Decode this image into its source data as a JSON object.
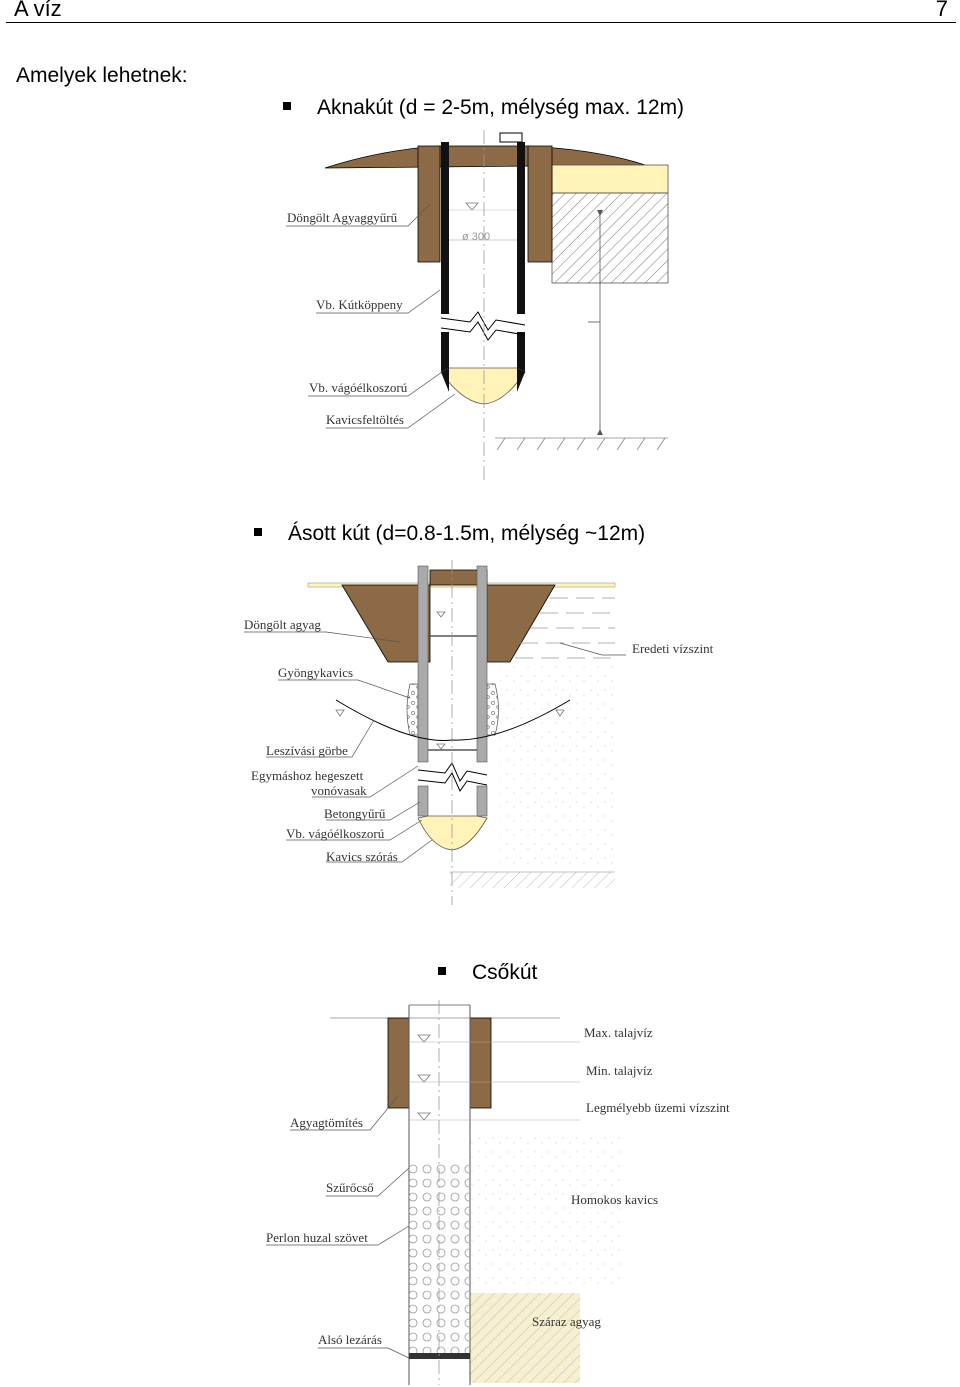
{
  "header": {
    "title": "A víz",
    "page_number": "7"
  },
  "intro": "Amelyek lehetnek:",
  "sections": {
    "aknakut": {
      "heading": "Aknakút  (d = 2-5m, mélység max. 12m)",
      "labels": {
        "dongolt_agyaggyuru": "Döngölt Agyaggyűrű",
        "kutkoppeny": "Vb. Kútköppeny",
        "vagoelkoszoru": "Vb. vágóélkoszorú",
        "kavicsfeltoltes": "Kavicsfeltöltés"
      },
      "diameter": "ø 300"
    },
    "asott_kut": {
      "heading": "Ásott kút (d=0.8-1.5m, mélység ~12m)",
      "labels": {
        "dongolt_agyag": "Döngölt agyag",
        "gyongykavics": "Gyöngykavics",
        "eredeti_vizszint": "Eredeti vízszint",
        "leszivasi_gorbe": "Leszívási görbe",
        "vonovasak_1": "Egymáshoz hegeszett",
        "vonovasak_2": "vonóvasak",
        "betongyuru": "Betongyűrű",
        "vagoelkoszoru": "Vb. vágóélkoszorú",
        "kavics_szoras": "Kavics szórás"
      }
    },
    "csokut": {
      "heading": "Csőkút",
      "labels": {
        "max_talajviz": "Max. talajvíz",
        "min_talajviz": "Min. talajvíz",
        "agyagtomites": "Agyagtömítés",
        "legmelyebb": "Legmélyebb üzemi vízszint",
        "szurocso": "Szűrőcső",
        "homokos_kavics": "Homokos kavics",
        "perlon": "Perlon huzal szövet",
        "szaraz_agyag": "Száraz agyag",
        "also_lezaras": "Alsó lezárás"
      }
    }
  },
  "colors": {
    "clay": "#8b6a45",
    "gravel": "#fff3b8",
    "wall": "#111111"
  }
}
